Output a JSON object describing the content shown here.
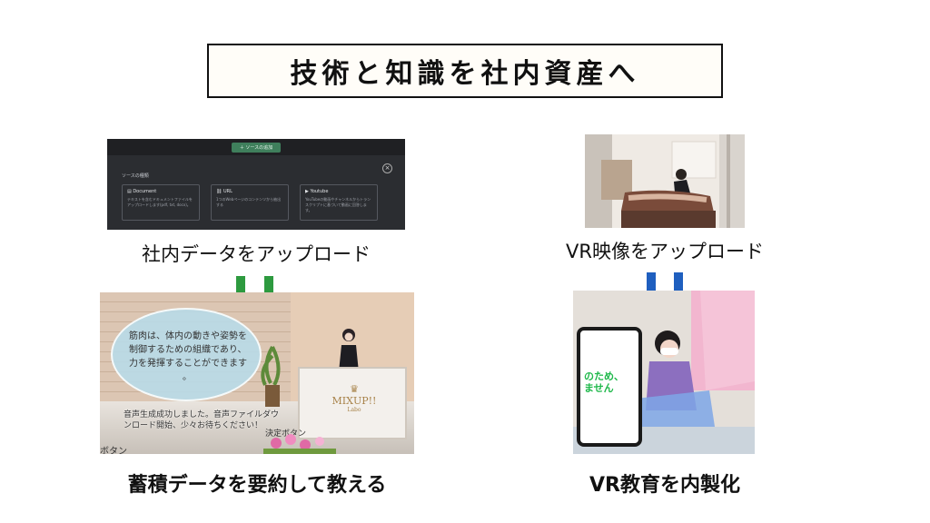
{
  "slide": {
    "title": "技術と知識を社内資産へ",
    "captions": {
      "upload_internal": "社内データをアップロード",
      "upload_vr": "VR映像をアップロード",
      "summarize_teach": "蓄積データを要約して教える",
      "vr_education": "VR教育を内製化"
    },
    "colors": {
      "arrow_green": "#2d9a3f",
      "arrow_blue": "#1f5fbf"
    }
  },
  "source_dialog": {
    "add_button": "＋ ソースの追加",
    "header": "ソースの種類",
    "close_icon": "×",
    "cards": [
      {
        "title": "Document",
        "desc": "テキストを含むドキュメントファイルをアップロードします(pdf, txt, docx)。"
      },
      {
        "title": "URL",
        "desc": "1つのWebページのコンテンツから抽出する"
      },
      {
        "title": "Youtube",
        "desc": "YouTubeの動画やチャンネルからトランスクリプトに基づいて動画に回答します。"
      }
    ]
  },
  "vr_scene": {
    "bubble_lines": [
      "筋肉は、体内の動きや姿勢を",
      "制御するための組織であり、",
      "力を発揮することができます"
    ],
    "bubble_mark": "。",
    "status_lines": [
      "音声生成成功しました。音声ファイルダウ",
      "ンロード開始、少々お待ちください！"
    ],
    "button_left": "ボタン",
    "button_decide": "決定ボタン",
    "logo_text": "MIXUP!!",
    "logo_sub": "Labo"
  },
  "vr_photo": {
    "panel_text": [
      "のため、",
      "ません"
    ]
  }
}
